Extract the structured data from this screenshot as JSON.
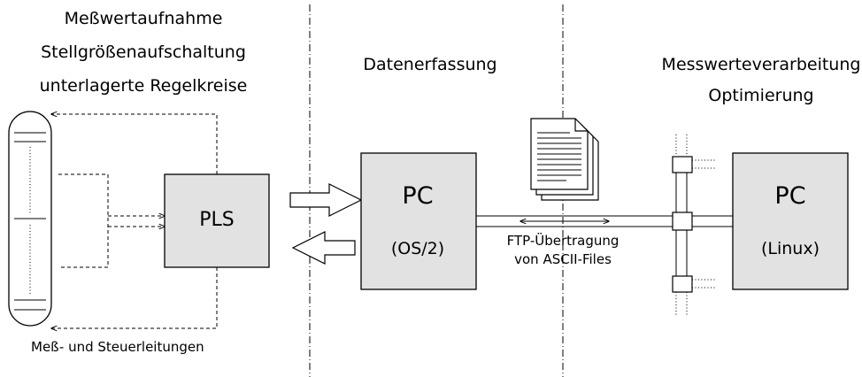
{
  "sections": {
    "left_line1": "Meßwertaufnahme",
    "left_line2": "Stellgrößenaufschaltung",
    "left_line3": "unterlagerte Regelkreise",
    "middle": "Datenerfassung",
    "right_line1": "Messwerteverarbeitung",
    "right_line2": "Optimierung"
  },
  "pls": {
    "label": "PLS"
  },
  "pc_os2": {
    "title": "PC",
    "subtitle": "(OS/2)"
  },
  "pc_linux": {
    "title": "PC",
    "subtitle": "(Linux)"
  },
  "ftp": {
    "line1": "FTP-Übertragung",
    "line2": "von ASCII-Files"
  },
  "signals": {
    "label": "Meß- und Steuerleitungen"
  },
  "colors": {
    "box_fill": "#e2e2e2",
    "stroke": "#000000",
    "background": "#ffffff"
  }
}
